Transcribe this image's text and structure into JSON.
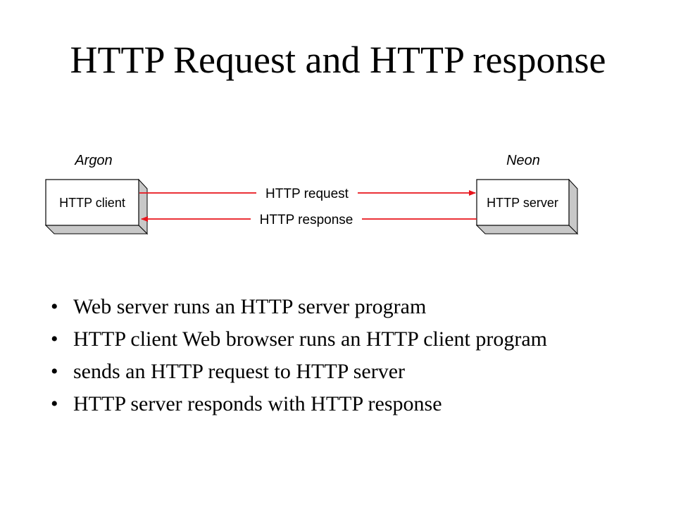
{
  "title": "HTTP Request and HTTP response",
  "diagram": {
    "client_host": "Argon",
    "server_host": "Neon",
    "client_label": "HTTP client",
    "server_label": "HTTP server",
    "request_label": "HTTP request",
    "response_label": "HTTP response",
    "arrow_color": "#e8141c"
  },
  "bullets": [
    "Web server runs an HTTP server program",
    "HTTP client Web browser runs an HTTP client program",
    "sends an HTTP request to HTTP server",
    "HTTP server responds with HTTP response"
  ]
}
